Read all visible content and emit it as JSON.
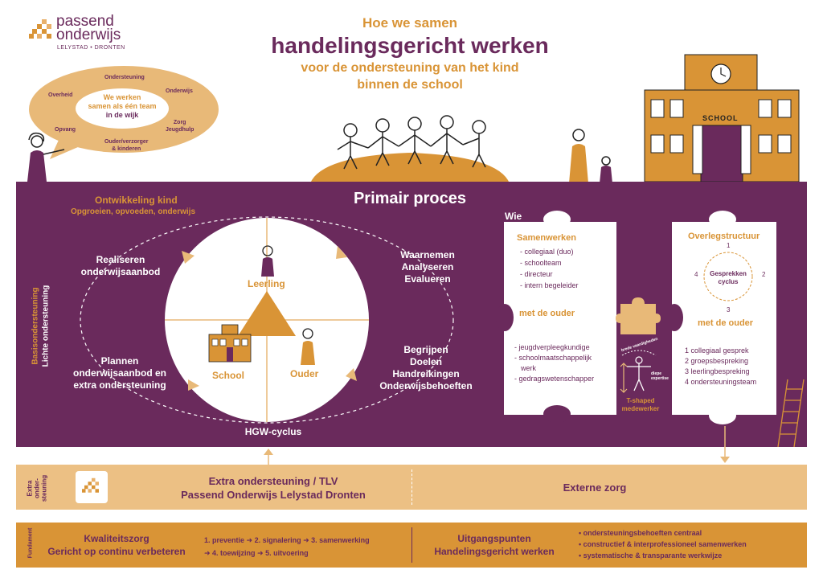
{
  "logo": {
    "line1": "passend",
    "line2": "onderwijs",
    "sub": "LELYSTAD • DRONTEN"
  },
  "header": {
    "line1": "Hoe we samen",
    "line2": "handelingsgericht werken",
    "line3": "voor de ondersteuning van het kind",
    "line4": "binnen de school"
  },
  "bubble": {
    "center": [
      "We werken",
      "samen als één team",
      "in de wijk"
    ],
    "items": [
      "Ondersteuning",
      "Onderwijs",
      "Zorg",
      "Jeugdhulp",
      "Ouder/verzorger",
      "& kinderen",
      "Opvang",
      "Overheid"
    ]
  },
  "school_label": "SCHOOL",
  "side": {
    "basis": "Basisondersteuning",
    "licht": "Lichte ondersteuning",
    "extra": [
      "Extra",
      "onder-",
      "steuning"
    ],
    "fundament": "Fundament"
  },
  "primair": {
    "title": "Primair proces",
    "ontwikkeling": "Ontwikkeling kind",
    "opgroeien": "Opgroeien, opvoeden, onderwijs",
    "realiseren": [
      "Realiseren",
      "onderwijsaanbod"
    ],
    "waarnemen": [
      "Waarnemen",
      "Analyseren",
      "Evalueren"
    ],
    "plannen": [
      "Plannen",
      "onderwijsaanbod en",
      "extra ondersteuning"
    ],
    "begrijpen": [
      "Begrijpen",
      "Doelen",
      "Handreikingen",
      "Onderwijsbehoeften"
    ],
    "leerling": "Leerling",
    "school": "School",
    "ouder": "Ouder",
    "hgw": "HGW-cyclus"
  },
  "wie": {
    "label": "Wie",
    "title": "Samenwerken",
    "items": [
      "- collegiaal (duo)",
      "- schoolteam",
      "- directeur",
      "- intern begeleider"
    ],
    "met_ouder": "met de ouder",
    "items2": [
      "- jeugdverpleegkundige",
      "- schoolmaatschappelijk",
      "werk",
      "- gedragswetenschapper"
    ]
  },
  "tshape": {
    "brede": "brede vaardigheden",
    "diepe": [
      "diepe",
      "expertise"
    ],
    "label": [
      "T-shaped",
      "medewerker"
    ]
  },
  "overleg": {
    "title": "Overlegstructuur",
    "cycle": [
      "Gesprekken",
      "cyclus"
    ],
    "nums": [
      "1",
      "2",
      "3",
      "4"
    ],
    "met_ouder": "met de ouder",
    "items": [
      "1  collegiaal gesprek",
      "2  groepsbespreking",
      "3  leerlingbespreking",
      "4  ondersteuningsteam"
    ]
  },
  "extra": {
    "line1": "Extra ondersteuning / TLV",
    "line2": "Passend Onderwijs Lelystad Dronten",
    "extern": "Externe zorg"
  },
  "fundament": {
    "kwal1": "Kwaliteitszorg",
    "kwal2": "Gericht op continu verbeteren",
    "steps1": "1. preventie  ➜  2. signalering  ➜  3. samenwerking",
    "steps2": "➜  4. toewijzing  ➜  5. uitvoering",
    "uit1": "Uitgangspunten",
    "uit2": "Handelingsgericht werken",
    "bullets": [
      "• ondersteuningsbehoeften centraal",
      "• constructief & interprofessioneel samenwerken",
      "• systematische & transparante werkwijze"
    ]
  }
}
